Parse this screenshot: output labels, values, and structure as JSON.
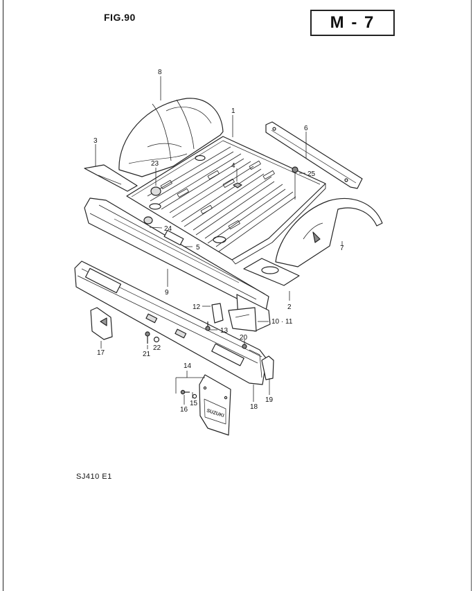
{
  "figure": {
    "title": "FIG.90",
    "code": "M - 7",
    "model": "SJ410 E1"
  },
  "callouts": {
    "c1": "1",
    "c2": "2",
    "c3": "3",
    "c4": "4",
    "c5": "5",
    "c6": "6",
    "c7": "7",
    "c8": "8",
    "c9": "9",
    "c10_11": "10 · 11",
    "c12": "12",
    "c13": "13",
    "c14": "14",
    "c15": "15",
    "c16": "16",
    "c17": "17",
    "c18": "18",
    "c19": "19",
    "c20": "20",
    "c21": "21",
    "c22": "22",
    "c23": "23",
    "c24": "24",
    "c25": "25"
  },
  "stamp_text": "SUZUKI"
}
